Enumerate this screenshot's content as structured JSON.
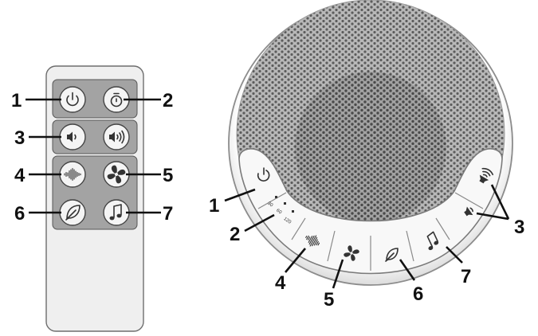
{
  "remote": {
    "callouts": [
      "1",
      "2",
      "3",
      "4",
      "5",
      "6",
      "7"
    ]
  },
  "device": {
    "callouts": [
      "1",
      "2",
      "3",
      "4",
      "5",
      "6",
      "7"
    ],
    "timer_labels": [
      "30",
      "60",
      "120"
    ]
  },
  "icons": {
    "power": "power-icon",
    "timer": "timer-icon",
    "volume_down": "volume-down-icon",
    "volume_up": "volume-up-icon",
    "white_noise": "white-noise-icon",
    "fan": "fan-icon",
    "nature": "leaf-icon",
    "music": "music-note-icon"
  },
  "colors": {
    "remote_body": "#efefef",
    "remote_panel": "#a3a3a3",
    "button_face": "#f4f4f4",
    "speaker_grille": "#9a9a9a",
    "device_rim": "#f7f7f7",
    "callout_text": "#111111"
  }
}
